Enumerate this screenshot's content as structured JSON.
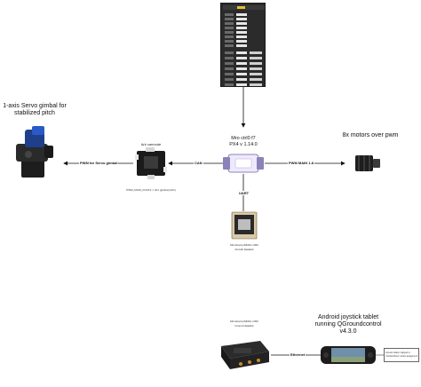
{
  "nodes": {
    "gimbal": {
      "title": "1-axis Servo gimbal for stabilized pitch"
    },
    "cannode": {
      "title": "Ark cannode",
      "caption": "PWM_MAIN_FUNC1 = 421 (gimbal pitch)"
    },
    "flight_controller": {
      "title": "Mro ctrl0 f7",
      "subtitle": "PX4 v 1.14.0"
    },
    "motors": {
      "title": "8x motors over pwm"
    },
    "air_datalink": {
      "title": "Microhard pMDDL 1450",
      "subtitle": "Aircraft Datalink"
    },
    "ground_datalink": {
      "title": "Microhard pMDDL 1450",
      "subtitle": "Ground datalink"
    },
    "tablet": {
      "title": "Android joystick tablet",
      "subtitle": "running QGroundcontrol",
      "version": "v4.3.0",
      "note_line1": "Ground station mapped to",
      "note_line2": "\"Gimbal Down\" action assignment"
    }
  },
  "edges": {
    "pwm_servo": "PWM for Servo gimbal",
    "can": "CAN",
    "pwm_main": "PWM MAIN 1-8",
    "uart": "UART",
    "ethernet": "Ethernet"
  }
}
